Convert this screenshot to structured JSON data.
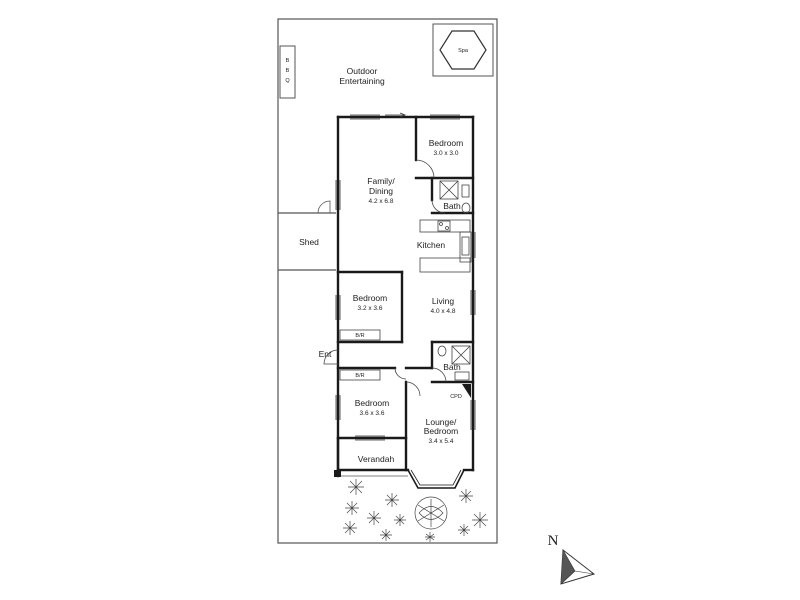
{
  "colors": {
    "wall": "#1a1a1a",
    "line": "#555555",
    "text": "#222222"
  },
  "outdoor": {
    "label_line1": "Outdoor",
    "label_line2": "Entertaining"
  },
  "bbq": {
    "letters": [
      "B",
      "B",
      "Q"
    ]
  },
  "spa": {
    "label": "Spa"
  },
  "shed": {
    "label": "Shed"
  },
  "entry": {
    "label": "Ent"
  },
  "verandah": {
    "label": "Verandah"
  },
  "kitchen": {
    "label": "Kitchen"
  },
  "rooms": {
    "bedroom_rear": {
      "name": "Bedroom",
      "dims": "3.0 x 3.0"
    },
    "family": {
      "name_line1": "Family/",
      "name_line2": "Dining",
      "dims": "4.2 x 6.8"
    },
    "bath_upper": {
      "name": "Bath"
    },
    "bedroom_mid": {
      "name": "Bedroom",
      "dims": "3.2 x 3.6",
      "robe": "B/R"
    },
    "living": {
      "name": "Living",
      "dims": "4.0 x 4.8"
    },
    "bath_lower": {
      "name": "Bath"
    },
    "bedroom_front": {
      "name": "Bedroom",
      "dims": "3.6 x 3.6",
      "robe": "B/R"
    },
    "lounge": {
      "name_line1": "Lounge/",
      "name_line2": "Bedroom",
      "dims": "3.4 x 5.4"
    },
    "cupboard": {
      "label": "CPD"
    }
  },
  "compass": {
    "letter": "N"
  }
}
